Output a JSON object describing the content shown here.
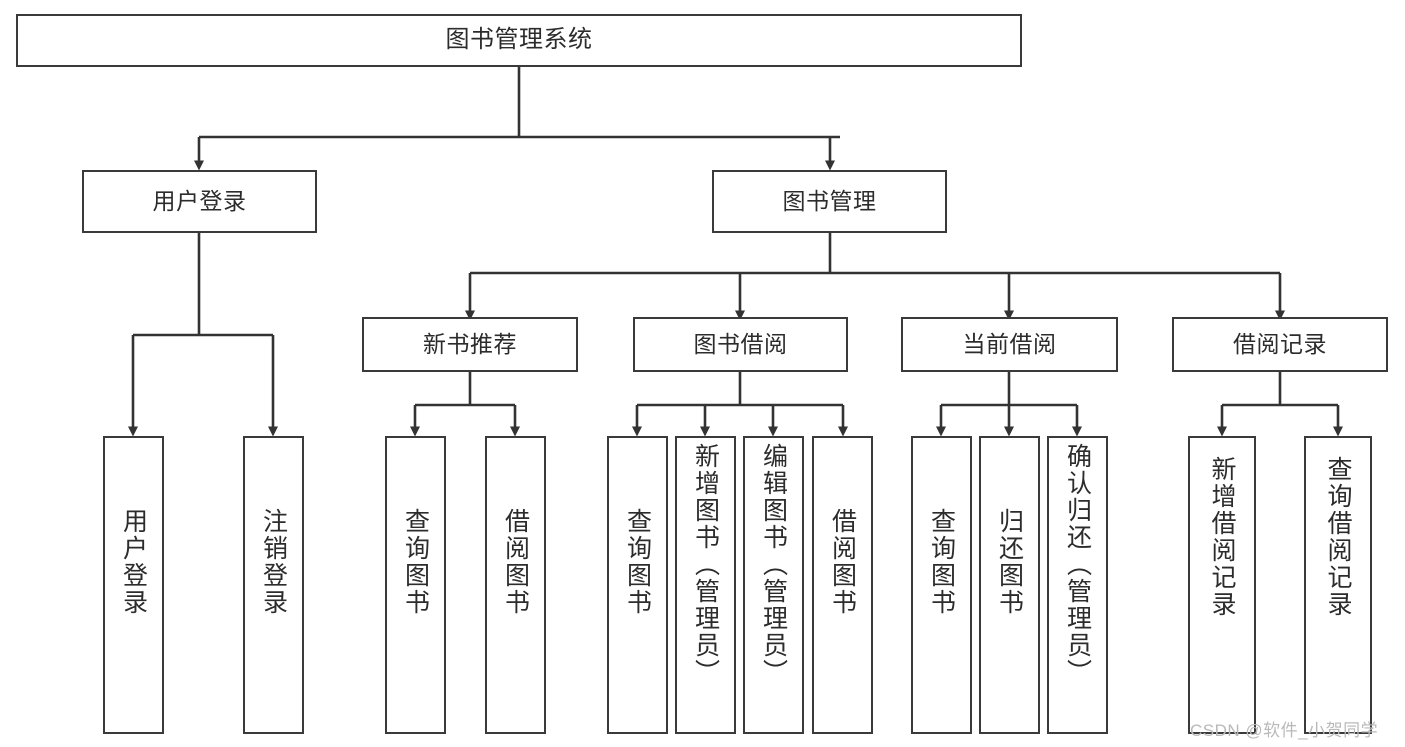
{
  "diagram": {
    "title": "图书管理系统",
    "type": "tree-structure-chart",
    "watermark": "CSDN @软件_小贺同学",
    "colors": {
      "box_border": "#3a3a3a",
      "box_fill": "#ffffff",
      "connector": "#333333",
      "text": "#2c2c2c",
      "watermark": "#b9b9b9"
    },
    "root": {
      "label": "图书管理系统"
    },
    "level2": [
      {
        "key": "user-login",
        "label": "用户登录"
      },
      {
        "key": "book-manage",
        "label": "图书管理"
      }
    ],
    "level3": [
      {
        "key": "new-book-recommend",
        "label": "新书推荐"
      },
      {
        "key": "book-borrow",
        "label": "图书借阅"
      },
      {
        "key": "current-borrow",
        "label": "当前借阅"
      },
      {
        "key": "borrow-record",
        "label": "借阅记录"
      }
    ],
    "leaves": {
      "user-login": [
        {
          "key": "leaf-user-login",
          "label": "用户登录"
        },
        {
          "key": "leaf-logout-login",
          "label": "注销登录"
        }
      ],
      "new-book-recommend": [
        {
          "key": "leaf-query-book-1",
          "label": "查询图书"
        },
        {
          "key": "leaf-borrow-book-1",
          "label": "借阅图书"
        }
      ],
      "book-borrow": [
        {
          "key": "leaf-query-book-2",
          "label": "查询图书"
        },
        {
          "key": "leaf-add-book",
          "label": "新增图书（管理员）"
        },
        {
          "key": "leaf-edit-book",
          "label": "编辑图书（管理员）"
        },
        {
          "key": "leaf-borrow-book-2",
          "label": "借阅图书"
        }
      ],
      "current-borrow": [
        {
          "key": "leaf-query-book-3",
          "label": "查询图书"
        },
        {
          "key": "leaf-return-book",
          "label": "归还图书"
        },
        {
          "key": "leaf-confirm-return",
          "label": "确认归还（管理员）"
        }
      ],
      "borrow-record": [
        {
          "key": "leaf-add-record",
          "label": "新增借阅记录"
        },
        {
          "key": "leaf-query-record",
          "label": "查询借阅记录"
        }
      ]
    }
  }
}
